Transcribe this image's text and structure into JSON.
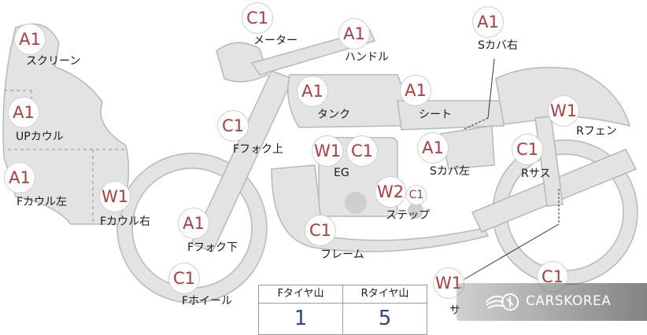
{
  "badges": [
    {
      "id": "screen",
      "code": "A1"
    },
    {
      "id": "meter",
      "code": "C1"
    },
    {
      "id": "handle",
      "code": "A1"
    },
    {
      "id": "s-cover-right",
      "code": "A1"
    },
    {
      "id": "up-cowl",
      "code": "A1"
    },
    {
      "id": "tank",
      "code": "A1"
    },
    {
      "id": "seat",
      "code": "A1"
    },
    {
      "id": "r-fender",
      "code": "W1"
    },
    {
      "id": "f-fork-upper",
      "code": "C1"
    },
    {
      "id": "eg-w",
      "code": "W1"
    },
    {
      "id": "eg-c",
      "code": "C1"
    },
    {
      "id": "s-cover-left",
      "code": "A1"
    },
    {
      "id": "r-sus",
      "code": "C1"
    },
    {
      "id": "f-cowl-left",
      "code": "A1"
    },
    {
      "id": "f-cowl-right",
      "code": "W1"
    },
    {
      "id": "step-w",
      "code": "W2"
    },
    {
      "id": "step-c",
      "code": "C1"
    },
    {
      "id": "f-fork-lower",
      "code": "A1"
    },
    {
      "id": "frame",
      "code": "C1"
    },
    {
      "id": "f-wheel",
      "code": "C1"
    },
    {
      "id": "bottom-w",
      "code": "W1"
    },
    {
      "id": "bottom-c",
      "code": "C1"
    }
  ],
  "labels": {
    "screen": "スクリーン",
    "meter": "メーター",
    "handle": "ハンドル",
    "s_cover_right": "Sカバ右",
    "up_cowl": "UPカウル",
    "tank": "タンク",
    "seat": "シート",
    "r_fender": "Rフェン",
    "f_fork_upper": "Fフォク上",
    "eg": "EG",
    "s_cover_left": "Sカバ左",
    "r_sus": "Rサス",
    "f_cowl_left": "Fカウル左",
    "f_cowl_right": "Fカウル右",
    "step": "ステップ",
    "f_fork_lower": "Fフォク下",
    "frame": "フレーム",
    "f_wheel": "Fホイール",
    "cut_off": "サ"
  },
  "tire_table": {
    "front_header": "Fタイヤ山",
    "rear_header": "Rタイヤ山",
    "front_value": "1",
    "rear_value": "5"
  },
  "watermark": {
    "text": "CARSKOREA"
  },
  "colors": {
    "part_fill": "#e3e3e3",
    "part_stroke": "#b8b8b8",
    "badge_text": "#b23a3a",
    "table_value": "#2a4a86"
  }
}
